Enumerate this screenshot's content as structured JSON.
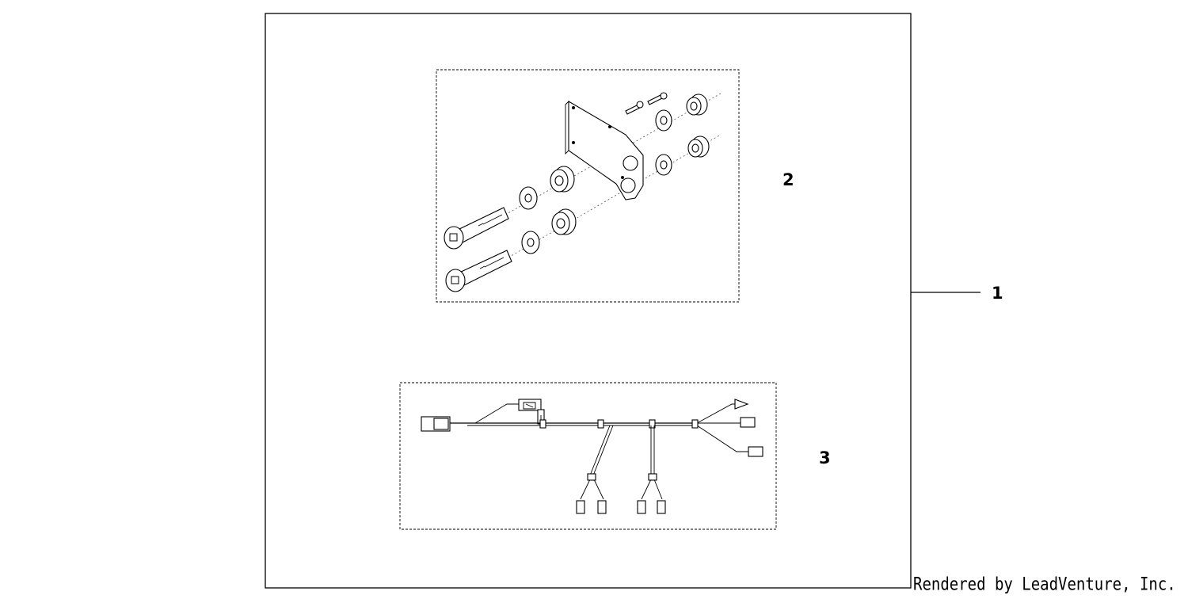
{
  "callouts": {
    "assembly": "1",
    "mounting_hardware": "2",
    "wire_harness": "3"
  },
  "credit": "Rendered by LeadVenture, Inc."
}
